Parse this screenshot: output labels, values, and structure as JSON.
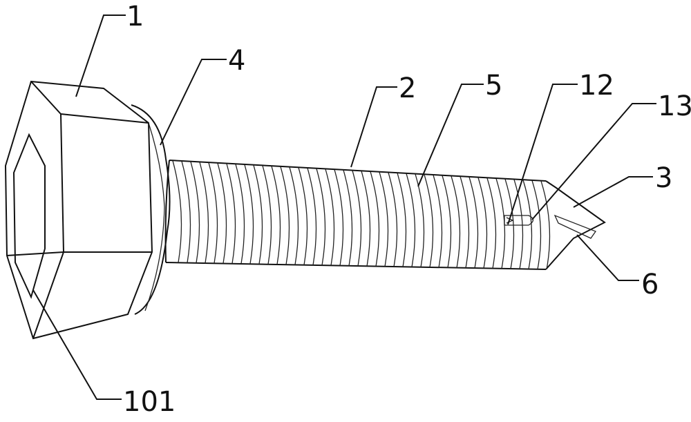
{
  "figure": {
    "labels": {
      "head": "1",
      "washer": "4",
      "shank": "2",
      "thread": "5",
      "part12": "12",
      "part13": "13",
      "tip": "3",
      "groove": "6",
      "hex_socket": "101"
    }
  }
}
